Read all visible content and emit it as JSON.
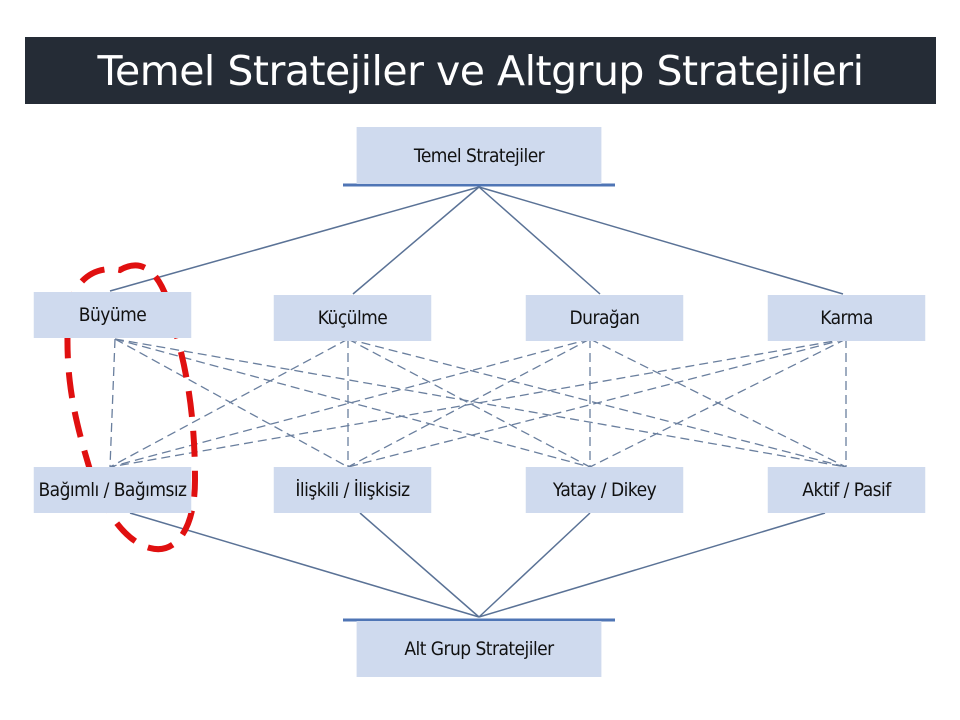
{
  "title": "Temel Stratejiler ve Altgrup Stratejileri",
  "diagram": {
    "root": "Temel Stratejiler",
    "main_strategies": [
      "Büyüme",
      "Küçülme",
      "Durağan",
      "Karma"
    ],
    "sub_strategies": [
      "Bağımlı / Bağımsız",
      "İlişkili / İlişkisiz",
      "Yatay / Dikey",
      "Aktif / Pasif"
    ],
    "sub_root": "Alt Grup Stratejiler",
    "highlight_color": "#e01010",
    "line_color": "#5a7296",
    "box_color": "#cfdaee"
  }
}
